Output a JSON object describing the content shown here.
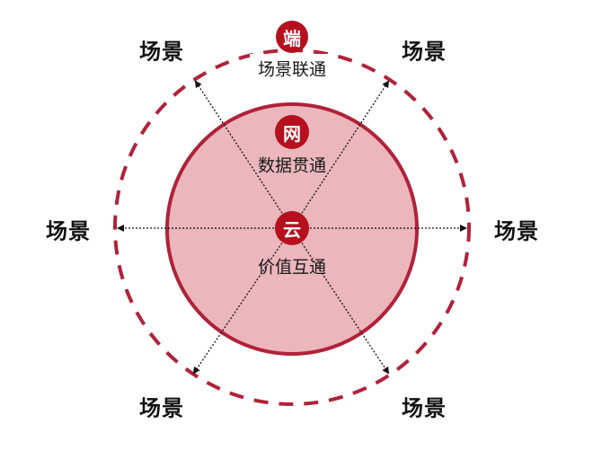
{
  "colors": {
    "ring_stroke": "#b0223a",
    "inner_fill": "#ebb6bc",
    "badge_fill": "#b5101e",
    "badge_text": "#ffffff",
    "arrow": "#111111",
    "label_text": "#111111"
  },
  "center": {
    "badge": "云",
    "caption": "价值互通"
  },
  "inner_ring": {
    "badge": "网",
    "caption": "数据贯通"
  },
  "outer_ring": {
    "badge": "端",
    "caption": "场景联通"
  },
  "scenes": [
    {
      "position": "top-left",
      "label": "场景"
    },
    {
      "position": "top-right",
      "label": "场景"
    },
    {
      "position": "left",
      "label": "场景"
    },
    {
      "position": "right",
      "label": "场景"
    },
    {
      "position": "bottom-left",
      "label": "场景"
    },
    {
      "position": "bottom-right",
      "label": "场景"
    }
  ]
}
